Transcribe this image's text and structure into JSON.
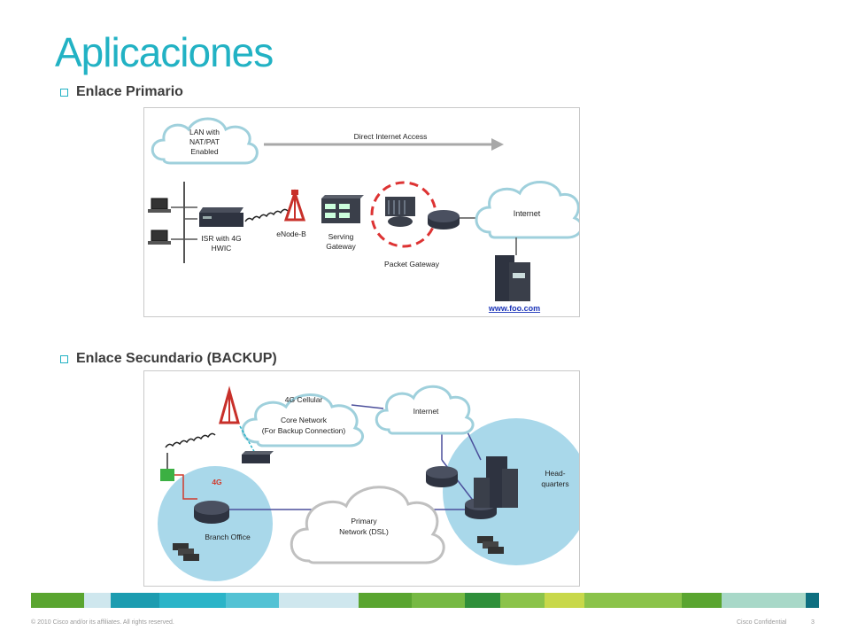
{
  "slide": {
    "title": "Aplicaciones",
    "bullets": [
      "Enlace Primario",
      "Enlace Secundario (BACKUP)"
    ],
    "footer": {
      "copyright": "© 2010 Cisco and/or its affiliates. All rights reserved.",
      "confidential": "Cisco Confidential",
      "page_number": "3"
    }
  },
  "diagram_primary": {
    "lan_cloud": [
      "LAN with",
      "NAT/PAT",
      "Enabled"
    ],
    "arrow_label": "Direct Internet Access",
    "isr_label": [
      "ISR with 4G",
      "HWIC"
    ],
    "enodeb_label": "eNode-B",
    "serving_gateway_label": [
      "Serving",
      "Gateway"
    ],
    "packet_gateway_label": "Packet Gateway",
    "internet_label": "Internet",
    "server_link": "www.foo.com"
  },
  "diagram_backup": {
    "cellular_cloud": [
      "4G Cellular",
      "Core Network",
      "(For Backup Connection)"
    ],
    "internet_label": "Internet",
    "branch_4g_label": "4G",
    "branch_label": "Branch Office",
    "primary_cloud": [
      "Primary",
      "Network (DSL)"
    ],
    "hq_label": [
      "Head-",
      "quarters"
    ]
  },
  "colors": {
    "accent": "#22b2c4",
    "cloud_stroke": "#9fd0dc",
    "branch_circle": "#a9d8ea",
    "link_line": "#4b4f9b",
    "red_link": "#d03a2c",
    "footer_segments": [
      "#5aa530",
      "#8bc34a",
      "#cfe7ee",
      "#1c9cb0",
      "#2bb4c8",
      "#53c2d4",
      "#cfe7ee",
      "#5aa530",
      "#76b943",
      "#2f8f3a",
      "#8bc34a",
      "#c8d84a",
      "#8bc34a",
      "#5aa530",
      "#a8d8c8",
      "#0e6f80"
    ]
  }
}
